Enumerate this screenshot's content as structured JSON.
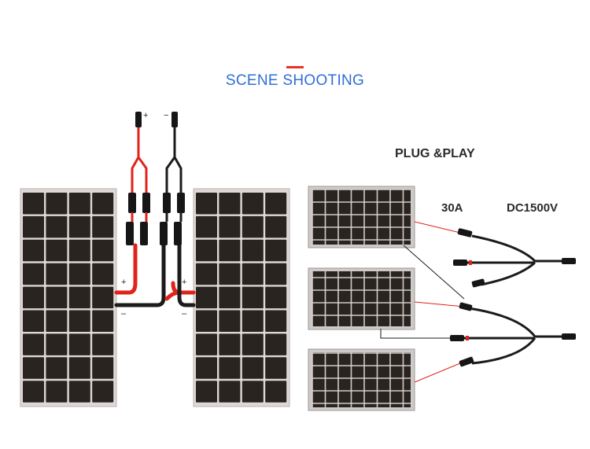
{
  "header": {
    "title": "SCENE SHOOTING"
  },
  "right_section": {
    "title": "PLUG &PLAY",
    "current_label": "30A",
    "voltage_label": "DC1500V"
  },
  "polarity": {
    "positive": "+",
    "negative": "−",
    "negative_side": "–"
  },
  "colors": {
    "title": "#2f6fd6",
    "accent": "#e8322a",
    "positive_cable": "#e0231c",
    "negative_cable": "#1b1b1b",
    "cell": "#2a2421",
    "panel_frame": "#d9d4d2"
  },
  "icons": [
    "solar-panel-icon",
    "mc4-connector-icon",
    "y-branch-connector-icon"
  ]
}
